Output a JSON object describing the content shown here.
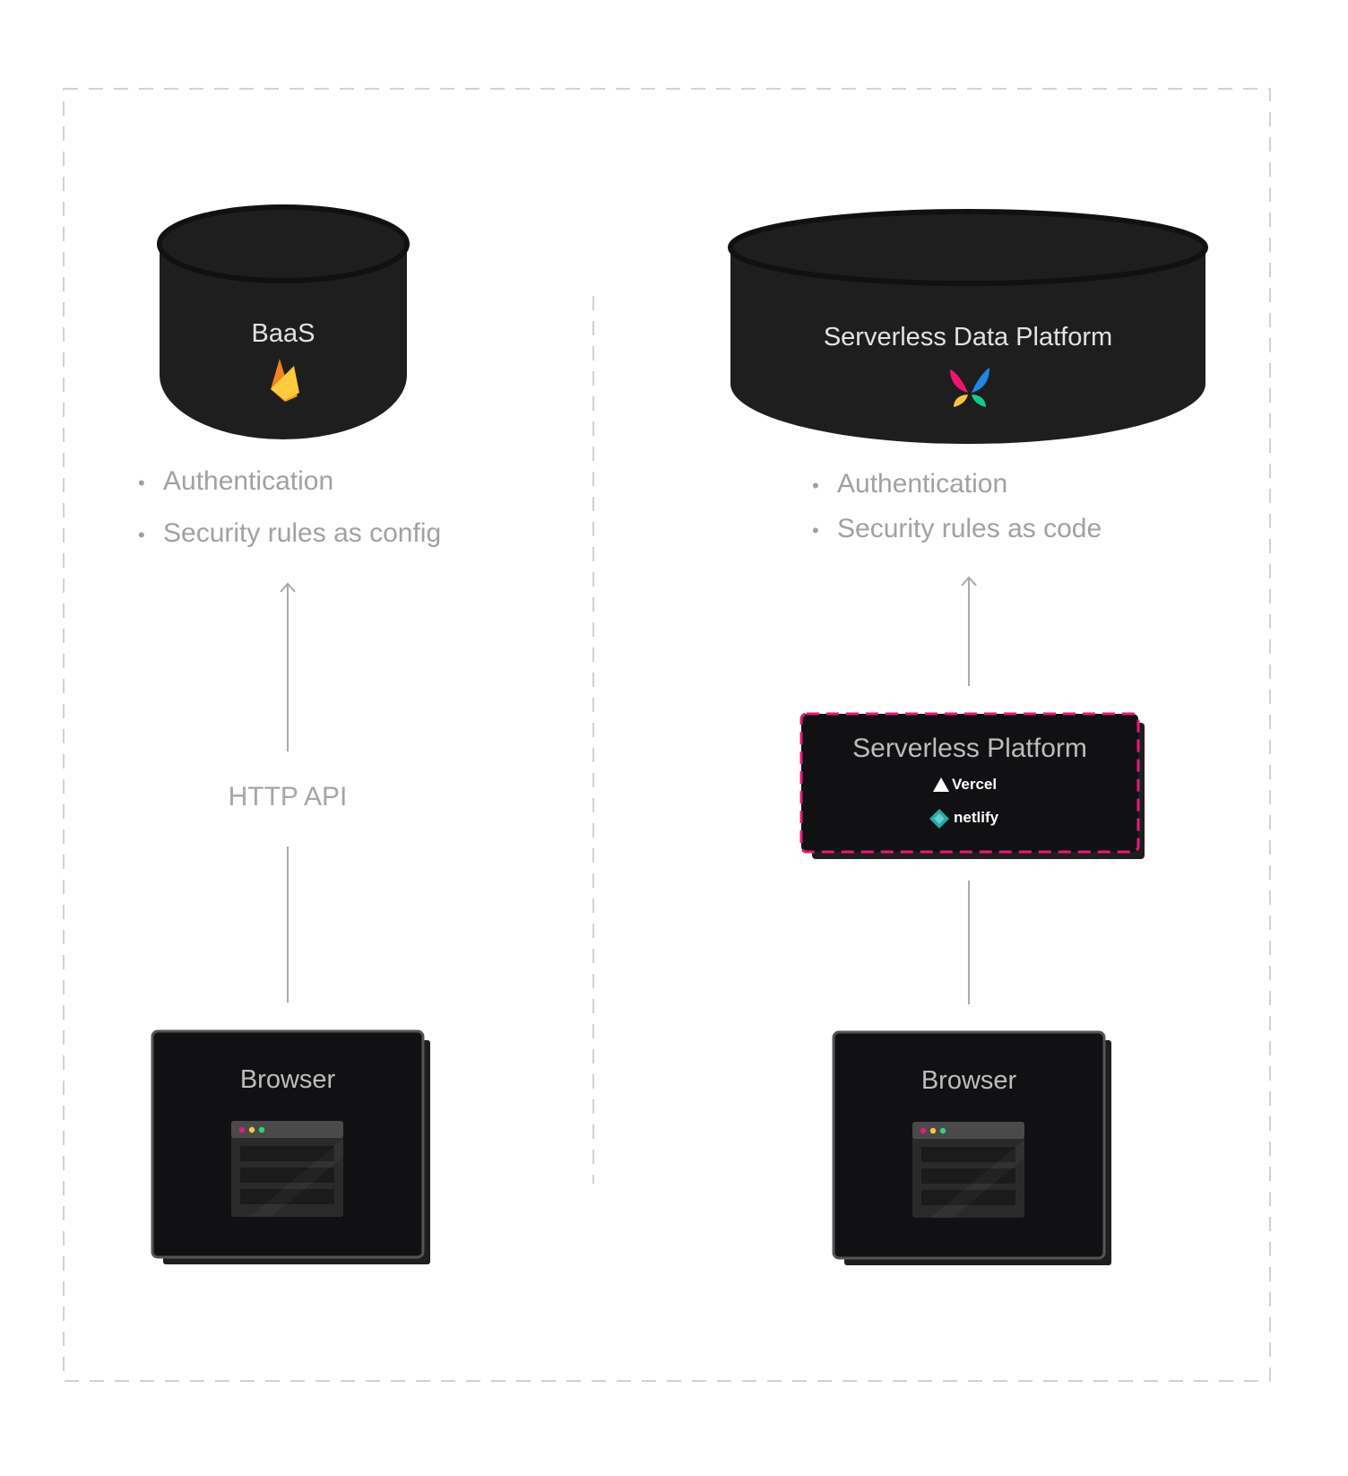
{
  "left": {
    "database": {
      "label": "BaaS",
      "logo": "firebase-icon"
    },
    "features": [
      "Authentication",
      "Security rules as config"
    ],
    "connection_label": "HTTP API",
    "client": {
      "label": "Browser",
      "icon": "browser-window-icon"
    }
  },
  "right": {
    "database": {
      "label": "Serverless Data Platform",
      "logo": "butterfly-logo-icon"
    },
    "features": [
      "Authentication",
      "Security rules as code"
    ],
    "middle": {
      "title": "Serverless Platform",
      "providers": [
        {
          "name": "Vercel",
          "icon": "vercel-triangle-icon"
        },
        {
          "name": "netlify",
          "icon": "netlify-icon"
        }
      ]
    },
    "client": {
      "label": "Browser",
      "icon": "browser-window-icon"
    }
  },
  "colors": {
    "dark": "#1e1e1e",
    "dashed_border": "#bdbdbd",
    "accent_dashed": "#e6197a",
    "text_muted": "#a1a1a1"
  }
}
